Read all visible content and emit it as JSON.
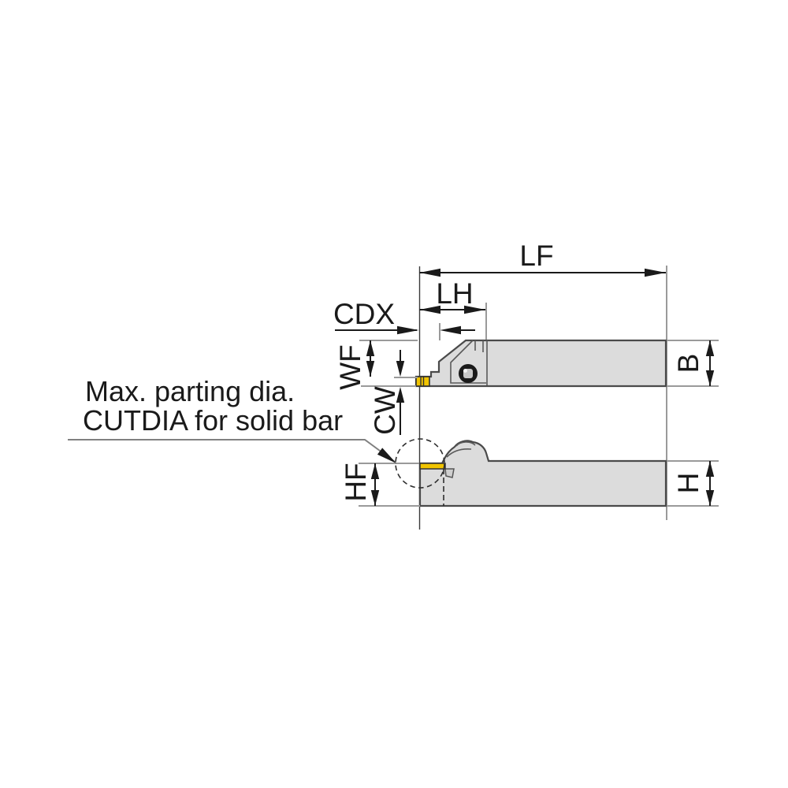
{
  "drawing": {
    "name": "parting-tool-holder-dimension-diagram",
    "note": {
      "line1": "Max. parting dia.",
      "line2": "CUTDIA for solid bar"
    },
    "dimension_labels": {
      "lf": "LF",
      "lh": "LH",
      "cdx": "CDX",
      "wf": "WF",
      "cw": "CW",
      "hf": "HF",
      "b": "B",
      "h": "H"
    },
    "colors": {
      "insert_yellow": "#F1C400",
      "body_gray": "#DCDCDC",
      "outline": "#4A4A4A",
      "dimension_line": "#1A1A1A",
      "extension_line": "#9A9A9A",
      "background": "#FFFFFF"
    }
  }
}
